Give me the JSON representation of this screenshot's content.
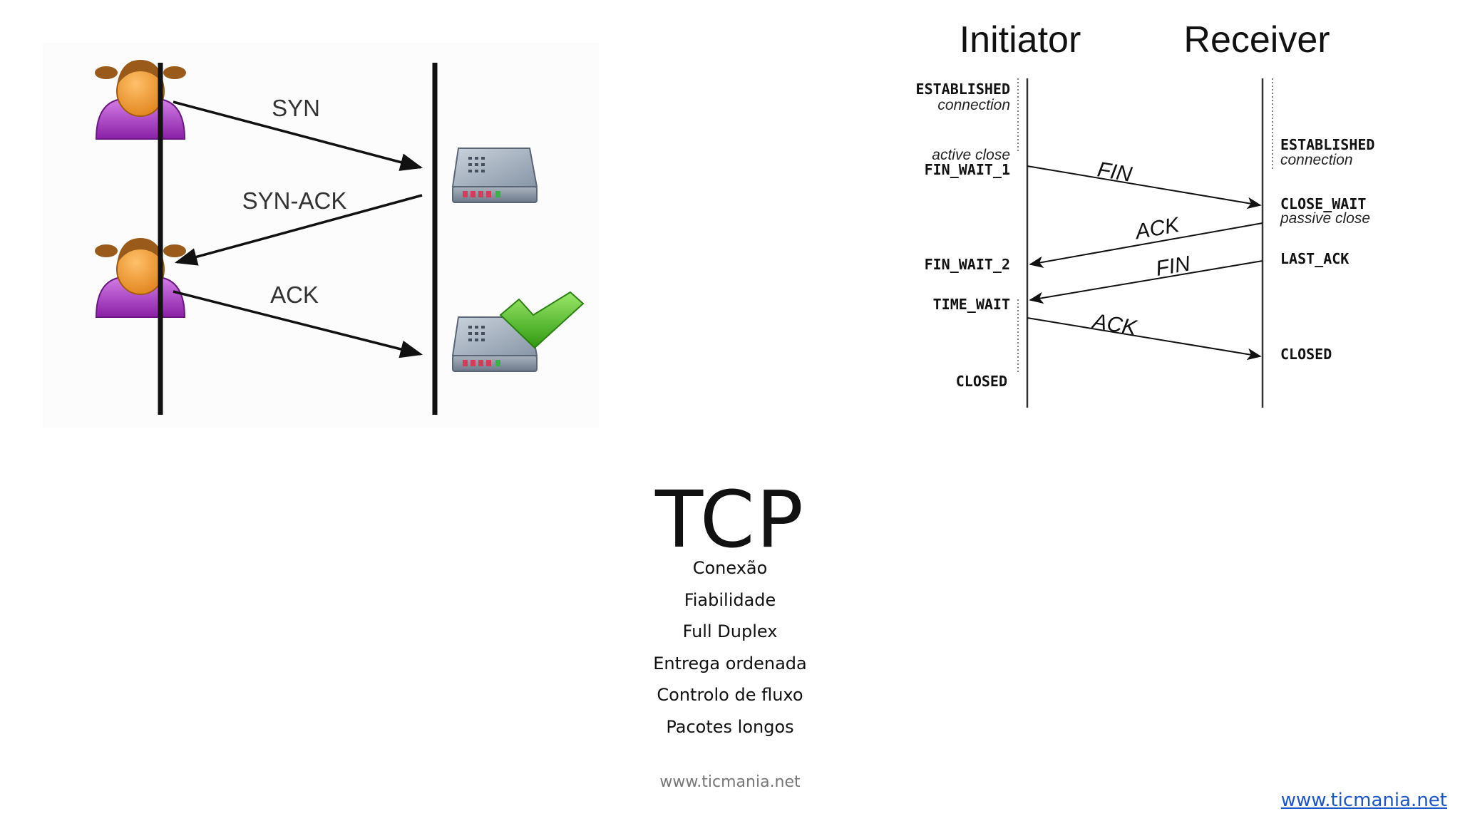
{
  "handshake": {
    "messages": [
      {
        "label": "SYN"
      },
      {
        "label": "SYN-ACK"
      },
      {
        "label": "ACK"
      }
    ]
  },
  "teardown": {
    "initiator": "Initiator",
    "receiver": "Receiver",
    "left_states": {
      "established": "ESTABLISHED",
      "established_sub": "connection",
      "active_close": "active close",
      "fin_wait_1": "FIN_WAIT_1",
      "fin_wait_2": "FIN_WAIT_2",
      "time_wait": "TIME_WAIT",
      "closed": "CLOSED"
    },
    "right_states": {
      "established": "ESTABLISHED",
      "established_sub": "connection",
      "close_wait": "CLOSE_WAIT",
      "passive_close": "passive close",
      "last_ack": "LAST_ACK",
      "closed": "CLOSED"
    },
    "messages": [
      {
        "label": "FIN"
      },
      {
        "label": "ACK"
      },
      {
        "label": "FIN"
      },
      {
        "label": "ACK"
      }
    ]
  },
  "title": "TCP",
  "features": [
    "Conexão",
    "Fiabilidade",
    "Full Duplex",
    "Entrega ordenada",
    "Controlo de fluxo",
    "Pacotes longos"
  ],
  "footer": {
    "center": "www.ticmania.net",
    "link": "www.ticmania.net"
  },
  "colors": {
    "person_head": "#e8962a",
    "person_hair": "#9a5a1a",
    "person_body": "#b040c8",
    "router": "#9aa6b4",
    "check": "#5bc72a"
  }
}
